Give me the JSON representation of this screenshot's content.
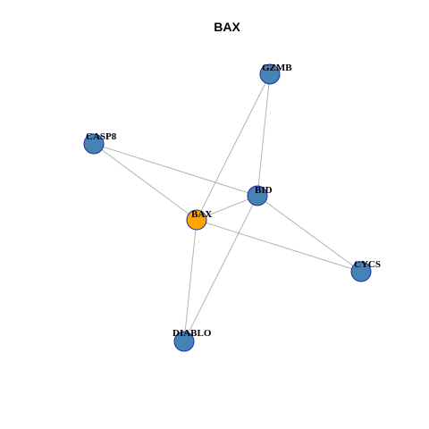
{
  "title": "BAX",
  "colors": {
    "focus_node": "#FFA500",
    "other_node": "#4682B4",
    "node_border": "#1C2FA6",
    "edge": "#B3B3B3"
  },
  "nodes": [
    {
      "id": "BAX",
      "label": "BAX",
      "focus": true
    },
    {
      "id": "GZMB",
      "label": "GZMB",
      "focus": false
    },
    {
      "id": "CASP8",
      "label": "CASP8",
      "focus": false
    },
    {
      "id": "BID",
      "label": "BID",
      "focus": false
    },
    {
      "id": "CYCS",
      "label": "CYCS",
      "focus": false
    },
    {
      "id": "DIABLO",
      "label": "DIABLO",
      "focus": false
    }
  ],
  "edges": [
    {
      "source": "GZMB",
      "target": "BAX"
    },
    {
      "source": "GZMB",
      "target": "BID"
    },
    {
      "source": "CASP8",
      "target": "BAX"
    },
    {
      "source": "CASP8",
      "target": "BID"
    },
    {
      "source": "BID",
      "target": "BAX"
    },
    {
      "source": "BID",
      "target": "CYCS"
    },
    {
      "source": "BID",
      "target": "DIABLO"
    },
    {
      "source": "BAX",
      "target": "CYCS"
    },
    {
      "source": "BAX",
      "target": "DIABLO"
    }
  ]
}
